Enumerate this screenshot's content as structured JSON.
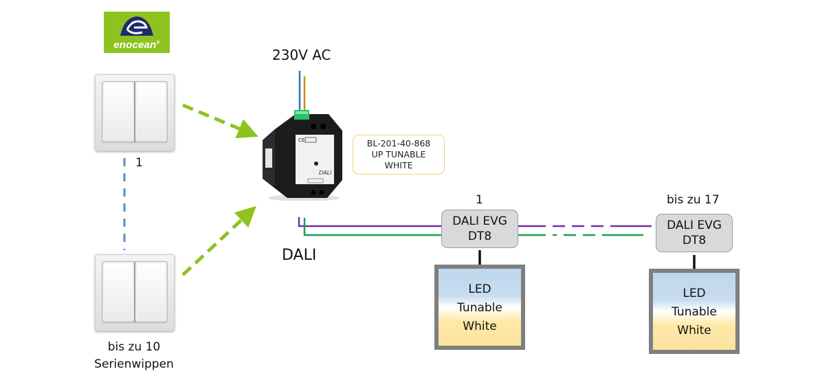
{
  "logo": {
    "brand": "enocean",
    "registered": "®"
  },
  "switches": [
    {
      "id": "switch-1",
      "label": "1"
    },
    {
      "id": "switch-n",
      "label_line1": "bis zu 10",
      "label_line2": "Serienwippen"
    }
  ],
  "power": {
    "label": "230V AC"
  },
  "actuator": {
    "callout_line1": "BL-201-40-868",
    "callout_line2": "UP TUNABLE",
    "callout_line3": "WHITE",
    "device_label": "DALI"
  },
  "bus": {
    "label": "DALI"
  },
  "ballasts": [
    {
      "index_label": "1",
      "line1": "DALI EVG",
      "line2": "DT8"
    },
    {
      "index_label": "bis zu 17",
      "line1": "DALI EVG",
      "line2": "DT8"
    }
  ],
  "lamps": [
    {
      "line1": "LED",
      "line2": "Tunable",
      "line3": "White"
    },
    {
      "line1": "LED",
      "line2": "Tunable",
      "line3": "White"
    }
  ],
  "colors": {
    "enocean_green": "#8ec21f",
    "radio_arrow": "#8ec21f",
    "series_link": "#4a90d9",
    "wire_neutral": "#2e75b6",
    "wire_live": "#c8900a",
    "dali_wire_1": "#7030a0",
    "dali_wire_2": "#1aa050",
    "callout_border": "#f0d270",
    "evg_fill": "#d9d9d9",
    "lamp_frame": "#7f7f7f"
  }
}
